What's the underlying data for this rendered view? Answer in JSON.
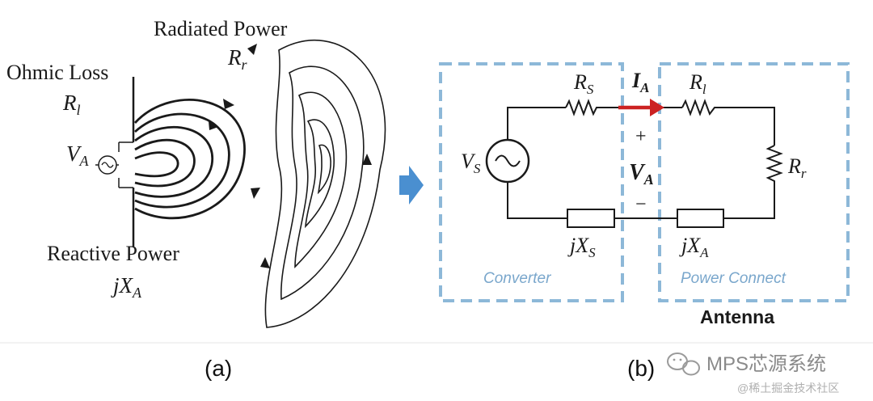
{
  "panel_a": {
    "radiated_power": "Radiated Power",
    "rr_main": "R",
    "rr_sub": "r",
    "ohmic_loss": "Ohmic Loss",
    "rl_main": "R",
    "rl_sub": "l",
    "va_main": "V",
    "va_sub": "A",
    "reactive_power": "Reactive Power",
    "jxa_main": "jX",
    "jxa_sub": "A"
  },
  "panel_b": {
    "rs_main": "R",
    "rs_sub": "S",
    "ia_main": "I",
    "ia_sub": "A",
    "rl_main": "R",
    "rl_sub": "l",
    "vs_main": "V",
    "vs_sub": "S",
    "plus": "+",
    "va_main": "V",
    "va_sub": "A",
    "minus": "−",
    "rr_main": "R",
    "rr_sub": "r",
    "jxs_main": "jX",
    "jxs_sub": "S",
    "jxa_main": "jX",
    "jxa_sub": "A",
    "converter_label": "Converter",
    "power_connect_label": "Power Connect",
    "antenna_label": "Antenna"
  },
  "captions": {
    "a": "(a)",
    "b": "(b)"
  },
  "watermark": {
    "brand": "MPS芯源系统",
    "source": "@稀土掘金技术社区"
  },
  "colors": {
    "dashed_box": "#8db8d8",
    "arrow_blue": "#4a8fd0",
    "current_red": "#cc2222",
    "box_label": "#7aa7cc"
  }
}
